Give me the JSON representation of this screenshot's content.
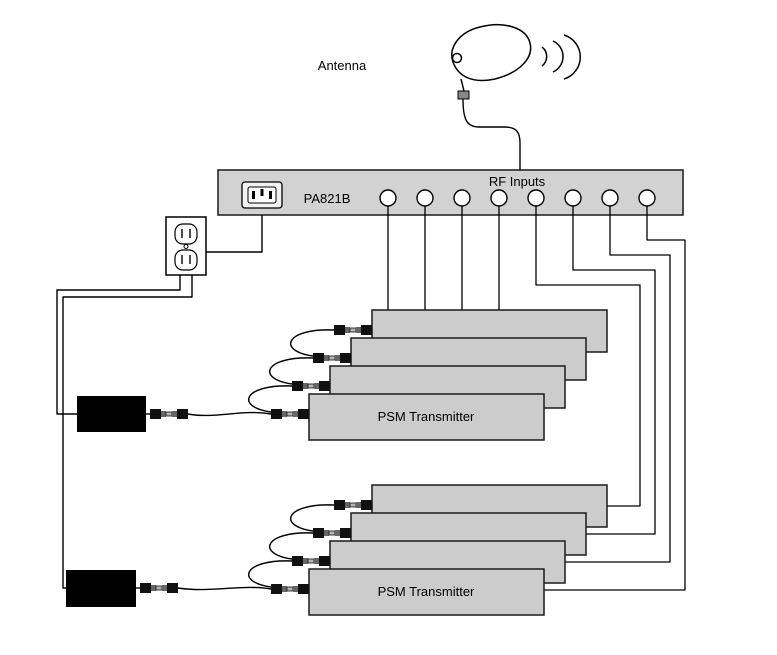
{
  "diagram": {
    "antenna": {
      "label": "Antenna"
    },
    "combiner": {
      "model": "PA821B",
      "rf_inputs_label": "RF Inputs",
      "rf_input_count": 8
    },
    "transmitter_stacks": [
      {
        "position": "upper",
        "unit_count": 4,
        "label": "PSM Transmitter"
      },
      {
        "position": "lower",
        "unit_count": 4,
        "label": "PSM Transmitter"
      }
    ],
    "colors": {
      "device_fill": "#d2d2d2",
      "transmitter_fill": "#cccccc",
      "power_supply_fill": "#000000",
      "line_color": "#000000",
      "background": "#ffffff"
    }
  }
}
